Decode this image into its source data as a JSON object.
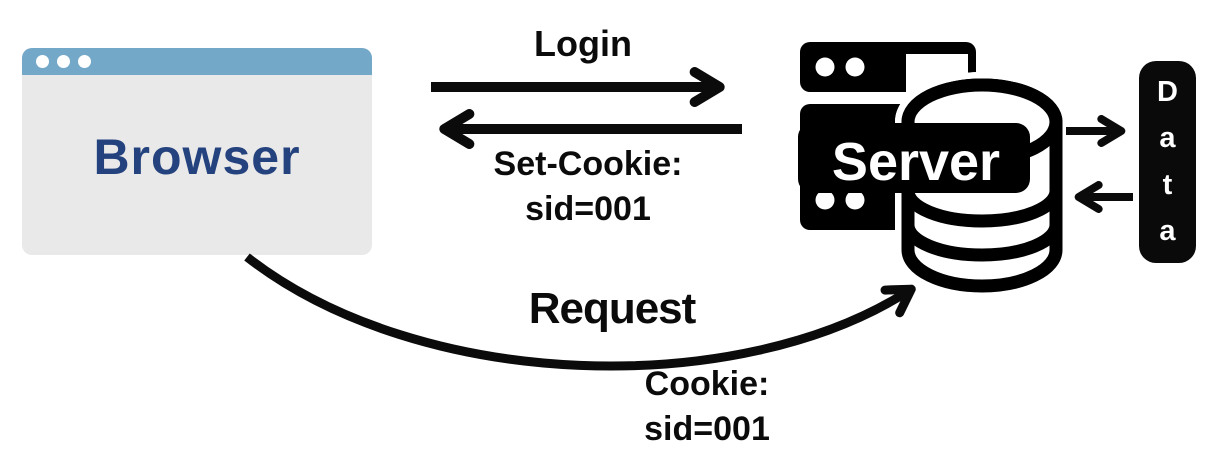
{
  "diagram": {
    "browser": {
      "label": "Browser",
      "window_dots": 3,
      "titlebar_color": "#74a8c8",
      "body_color": "#e9e9e9",
      "label_color": "#24427e"
    },
    "server": {
      "label": "Server",
      "color": "#000000"
    },
    "data_store": {
      "label": "Data",
      "letters": [
        "D",
        "a",
        "t",
        "a"
      ],
      "color": "#000000"
    },
    "messages": {
      "login": "Login",
      "set_cookie_line1": "Set-Cookie:",
      "set_cookie_line2": "sid=001",
      "request": "Request",
      "cookie_line1": "Cookie:",
      "cookie_line2": "sid=001"
    },
    "flows": [
      {
        "from": "browser",
        "to": "server",
        "label": "Login",
        "style": "straight"
      },
      {
        "from": "server",
        "to": "browser",
        "label": "Set-Cookie: sid=001",
        "style": "straight"
      },
      {
        "from": "browser",
        "to": "server",
        "label": "Request / Cookie: sid=001",
        "style": "curved"
      },
      {
        "from": "server",
        "to": "data_store",
        "label": "",
        "style": "straight"
      },
      {
        "from": "data_store",
        "to": "server",
        "label": "",
        "style": "straight"
      }
    ],
    "arrow_color": "#0b0b0b",
    "background": "#ffffff"
  }
}
